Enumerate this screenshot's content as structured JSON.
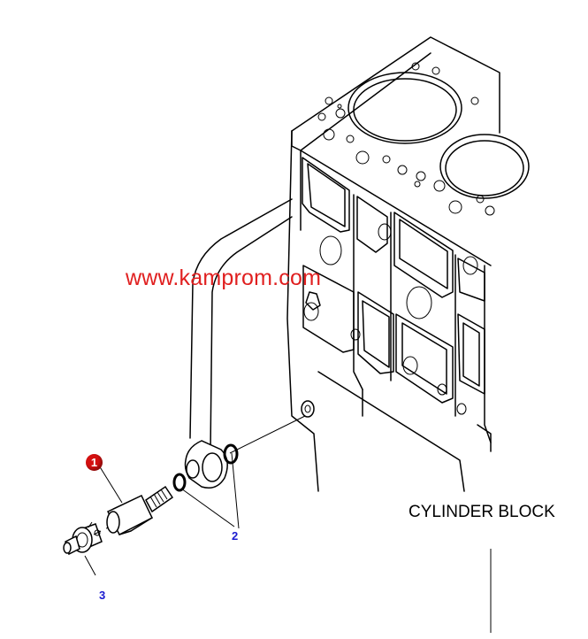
{
  "diagram": {
    "watermark": "www.kamprom.com",
    "block_label": "CYLINDER BLOCK",
    "callouts": [
      {
        "id": "1",
        "highlighted": true,
        "color": "#d41010"
      },
      {
        "id": "2",
        "highlighted": false,
        "color": "#1a1ad0"
      },
      {
        "id": "3",
        "highlighted": false,
        "color": "#1a1ad0"
      }
    ]
  }
}
